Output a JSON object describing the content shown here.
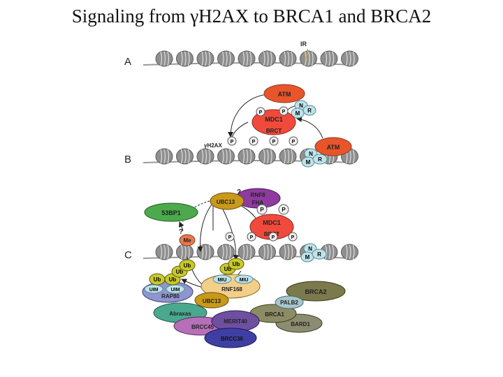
{
  "title": "Signaling from γH2AX to BRCA1 and BRCA2",
  "panels": {
    "a": "A",
    "b": "B",
    "c": "C"
  },
  "labels": {
    "ir": "IR",
    "atm": "ATM",
    "n": "N",
    "m": "M",
    "r": "R",
    "p": "P",
    "mdc1": "MDC1",
    "brct": "BRCT",
    "gh2ax": "γH2AX",
    "ubc13": "UBC13",
    "rnf8": "RNF8",
    "fha": "FHA",
    "q1": "?",
    "q2": "?",
    "bp53": "53BP1",
    "me": "Me",
    "ub": "Ub",
    "miu": "MIU",
    "uim": "UIM",
    "rnf168": "RNF168",
    "rap80": "RAP80",
    "abraxas": "Abraxas",
    "brcc45": "BRCC45",
    "merit40": "MERIT40",
    "brcc36": "BRCC36",
    "brca1": "BRCA1",
    "bard1": "BARD1",
    "palb2": "PALB2",
    "brca2": "BRCA2"
  },
  "colors": {
    "nucleosome": "#8f8f8f",
    "atm": "#e8552a",
    "mrn": "#bfe3ea",
    "mdc1": "#f04a3c",
    "p": "#f0f0f0",
    "ubc13": "#c99a1a",
    "rnf8": "#8e3a9e",
    "bp53": "#4caa4c",
    "me": "#e87a4c",
    "ub": "#c9c92a",
    "rnf168": "#f4cf8a",
    "rap80": "#8f95cf",
    "abraxas": "#4aa88f",
    "brcc45": "#b66fb8",
    "merit40": "#6f4fa0",
    "brcc36": "#3f3fa3",
    "brca1": "#8c8c64",
    "bard1": "#8c8c70",
    "palb2": "#a7c6cc",
    "brca2": "#7a7a4c"
  }
}
